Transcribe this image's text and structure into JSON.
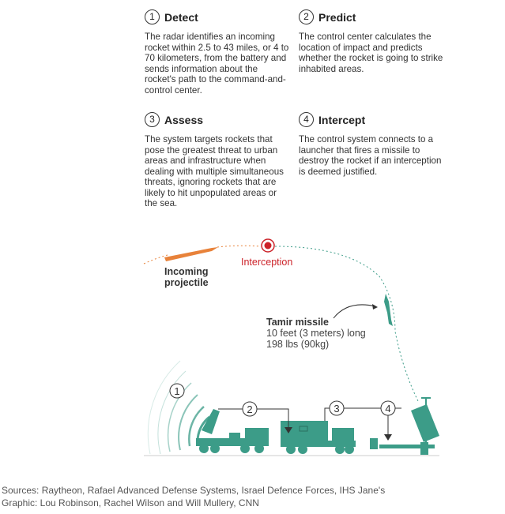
{
  "steps": [
    {
      "num": "1",
      "title": "Detect",
      "text": "The radar identifies an incoming rocket within 2.5 to 43 miles, or 4 to 70 kilometers, from the battery and sends information about the rocket's path to the command-and-control center."
    },
    {
      "num": "2",
      "title": "Predict",
      "text": "The control center calculates the location of impact and predicts whether the rocket is going to strike inhabited areas."
    },
    {
      "num": "3",
      "title": "Assess",
      "text": "The system targets rockets that pose the greatest threat to urban areas and infrastructure when dealing with multiple simultaneous threats, ignoring rockets that are likely to hit unpopulated areas or the sea."
    },
    {
      "num": "4",
      "title": "Intercept",
      "text": "The control system connects to a launcher that fires a missile to destroy the rocket if an interception is deemed justified."
    }
  ],
  "labels": {
    "incoming_1": "Incoming",
    "incoming_2": "projectile",
    "interception": "Interception",
    "tamir_title": "Tamir missile",
    "tamir_length": "10 feet (3 meters) long",
    "tamir_weight": "198 lbs (90kg)"
  },
  "markers": [
    "1",
    "2",
    "3",
    "4"
  ],
  "footer": {
    "sources": "Sources: Raytheon, Rafael Advanced Defense Systems, Israel Defence Forces, IHS Jane's",
    "credit": "Graphic: Lou Robinson, Rachel Wilson and Will Mullery, CNN"
  },
  "colors": {
    "teal": "#3c9c88",
    "orange": "#e8823a",
    "red": "#cc2229"
  }
}
